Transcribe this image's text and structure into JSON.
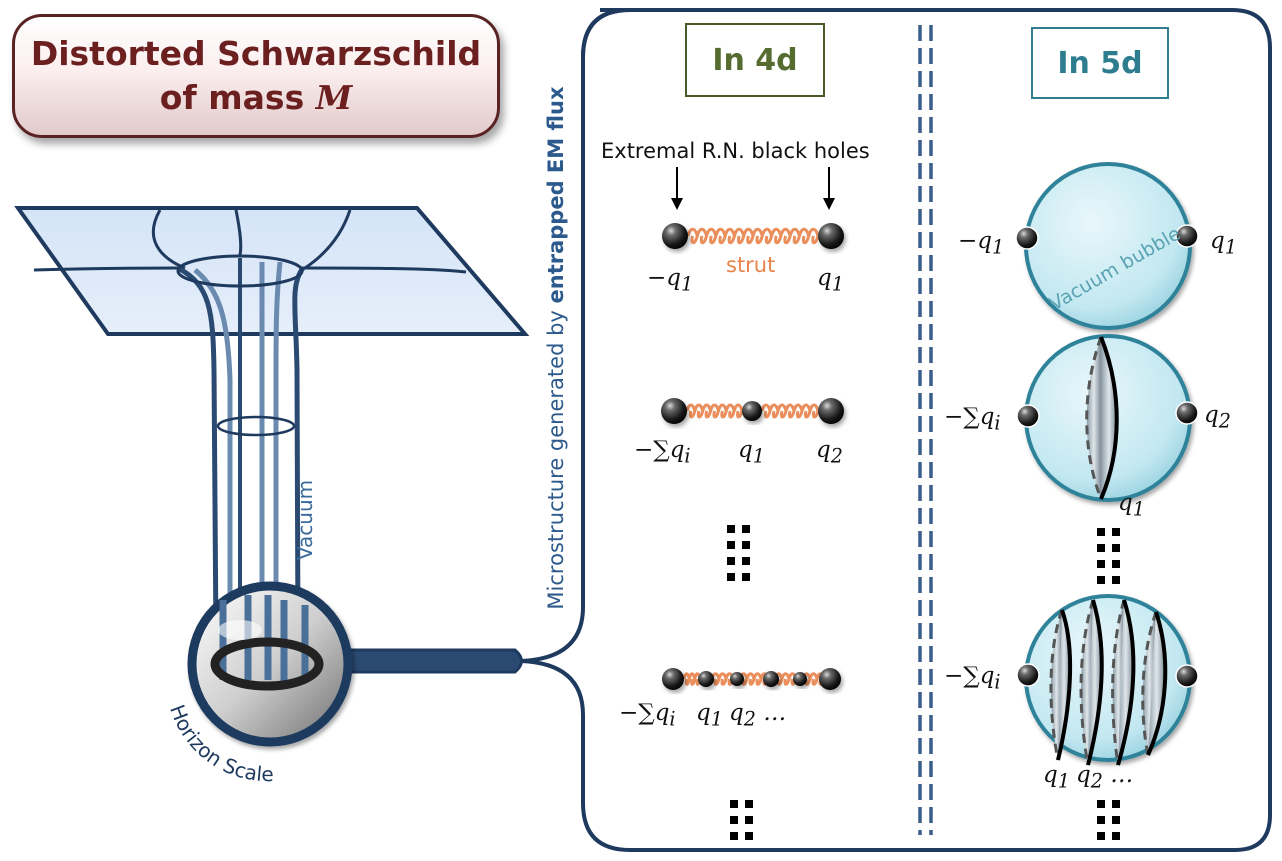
{
  "title": {
    "line1": "Distorted Schwarzschild",
    "line2": "of mass",
    "mass_symbol": "M"
  },
  "vacuum_label": "Vacuum",
  "horizon_label": "Horizon Scale",
  "side_label": {
    "normal": "Microstructure generated by ",
    "bold": "entrapped EM flux"
  },
  "panel_4d": {
    "heading": "In 4d",
    "extremal_label": "Extremal R.N. black holes",
    "strut_label": "strut",
    "row1": {
      "left": "−q",
      "left_sub": "1",
      "right": "q",
      "right_sub": "1"
    },
    "row2": {
      "left": "−∑q",
      "left_sub": "i",
      "mid": "q",
      "mid_sub": "1",
      "right": "q",
      "right_sub": "2"
    },
    "row3": {
      "left": "−∑q",
      "left_sub": "i",
      "q1": "q",
      "q1_sub": "1",
      "q2": "q",
      "q2_sub": "2",
      "dots": "…"
    }
  },
  "panel_5d": {
    "heading": "In 5d",
    "bubble_label": "Vacuum bubble",
    "row1": {
      "left": "−q",
      "left_sub": "1",
      "right": "q",
      "right_sub": "1"
    },
    "row2": {
      "left": "−∑q",
      "left_sub": "i",
      "right": "q",
      "right_sub": "2",
      "bottom": "q",
      "bottom_sub": "1"
    },
    "row3": {
      "left": "−∑q",
      "left_sub": "i",
      "q1": "q",
      "q1_sub": "1",
      "q2": "q",
      "q2_sub": "2",
      "dots": "…"
    }
  },
  "colors": {
    "frame": "#1f3a5f",
    "title_text": "#6b1f1f",
    "heading_4d": "#556b2f",
    "heading_5d": "#2e7d8f",
    "strut": "#e8834a",
    "bubble_fill": "#bfe6ef",
    "bubble_stroke": "#2f8299",
    "side_text": "#2d5a8c"
  }
}
